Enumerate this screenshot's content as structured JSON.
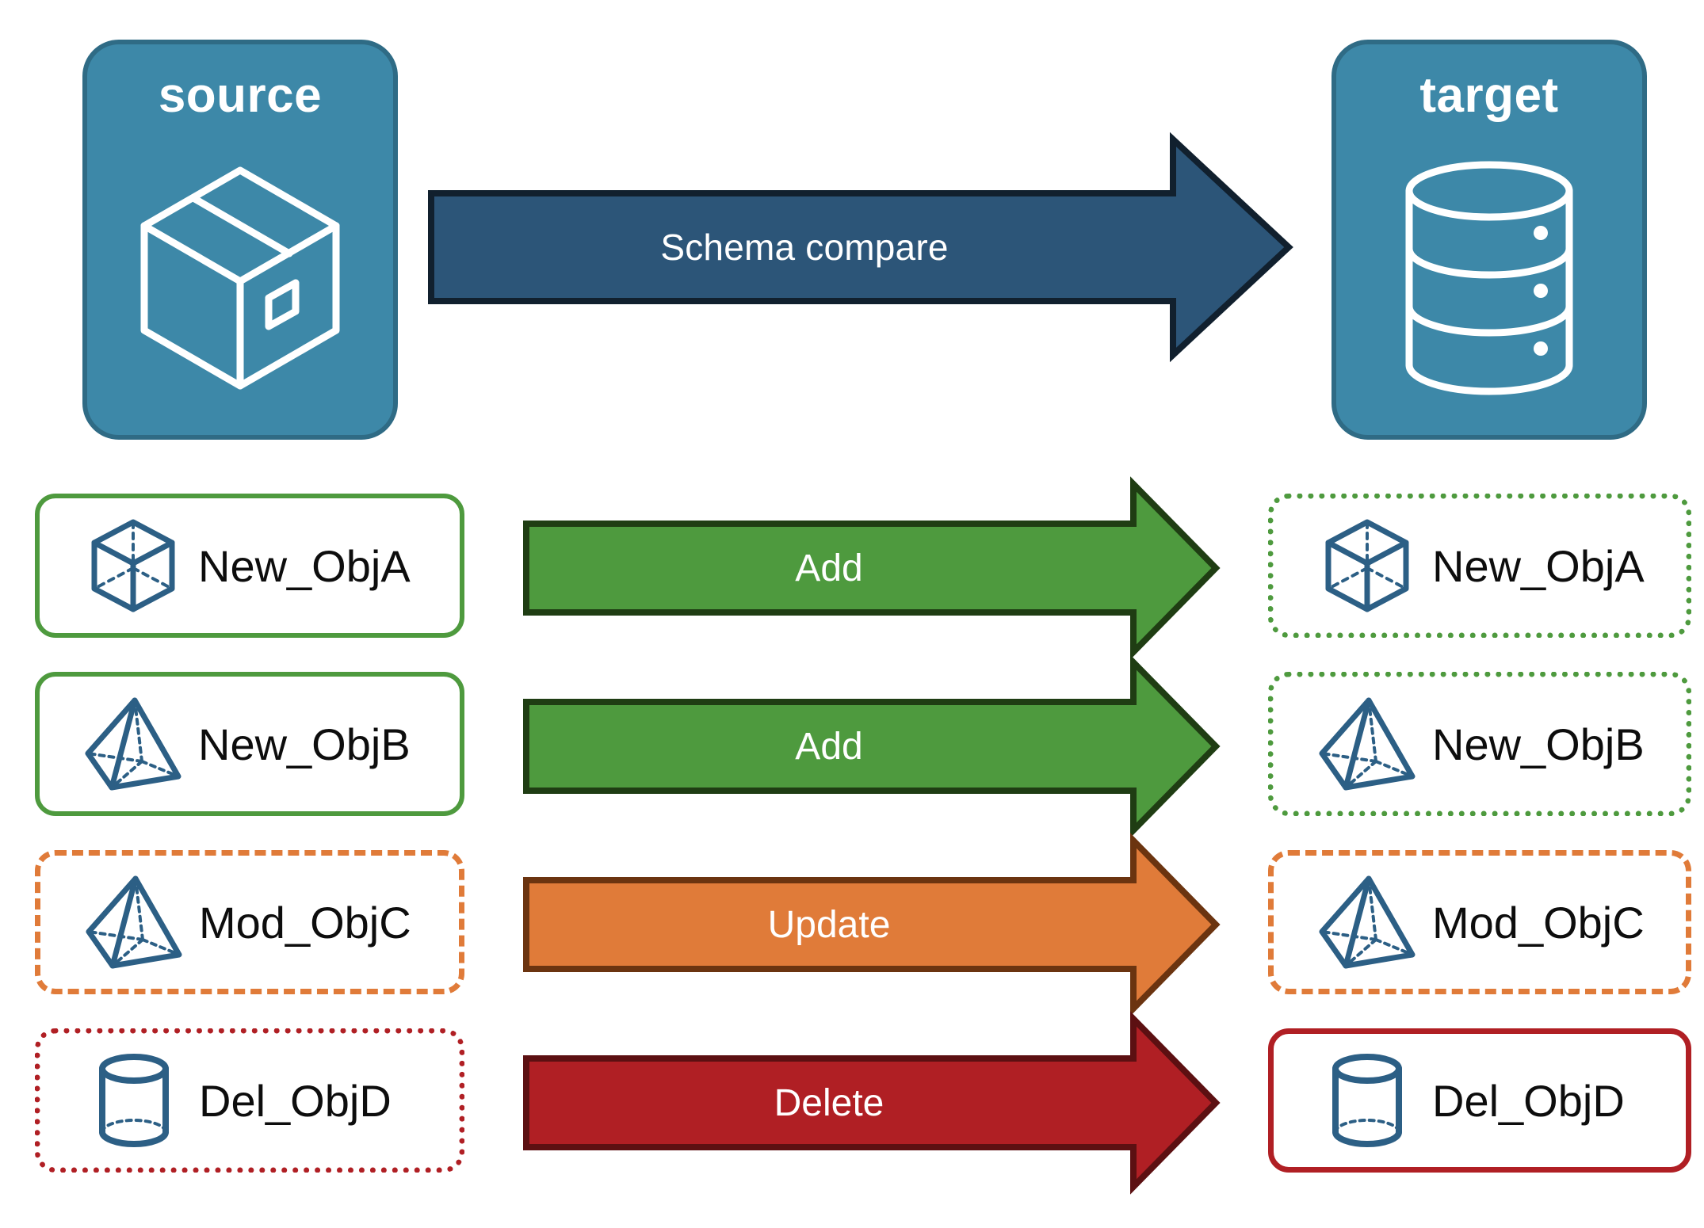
{
  "diagram": {
    "title_hidden": "",
    "colors": {
      "endpoint_fill": "#3d88a8",
      "endpoint_stroke": "#2f6b85",
      "icon_blue": "#2c5f85",
      "compare_arrow_fill": "#2c5578",
      "compare_arrow_stroke": "#11202e",
      "add_fill": "#4e9a3e",
      "add_stroke": "#1f3d13",
      "update_fill": "#e07b39",
      "update_stroke": "#6b3410",
      "delete_fill": "#b01f24",
      "delete_stroke": "#5c1012",
      "text_dark": "#0d0d0d",
      "text_light": "#ffffff"
    }
  },
  "endpoints": {
    "source": {
      "label": "source",
      "icon": "package-box-icon"
    },
    "target": {
      "label": "target",
      "icon": "database-cylinder-icon"
    }
  },
  "compare_arrow": {
    "label": "Schema compare",
    "direction": "right"
  },
  "rows": [
    {
      "action": "Add",
      "action_color": "#4e9a3e",
      "action_stroke": "#1f3d13",
      "source": {
        "label": "New_ObjA",
        "icon": "wireframe-cube-icon",
        "border_style": "solid",
        "border_color": "#4e9a3e"
      },
      "target": {
        "label": "New_ObjA",
        "icon": "wireframe-cube-icon",
        "border_style": "dotted",
        "border_color": "#4e9a3e"
      }
    },
    {
      "action": "Add",
      "action_color": "#4e9a3e",
      "action_stroke": "#1f3d13",
      "source": {
        "label": "New_ObjB",
        "icon": "wireframe-pyramid-icon",
        "border_style": "solid",
        "border_color": "#4e9a3e"
      },
      "target": {
        "label": "New_ObjB",
        "icon": "wireframe-pyramid-icon",
        "border_style": "dotted",
        "border_color": "#4e9a3e"
      }
    },
    {
      "action": "Update",
      "action_color": "#e07b39",
      "action_stroke": "#6b3410",
      "source": {
        "label": "Mod_ObjC",
        "icon": "wireframe-pyramid-icon",
        "border_style": "dashed",
        "border_color": "#e07b39"
      },
      "target": {
        "label": "Mod_ObjC",
        "icon": "wireframe-pyramid-icon",
        "border_style": "dashed",
        "border_color": "#e07b39"
      }
    },
    {
      "action": "Delete",
      "action_color": "#b01f24",
      "action_stroke": "#5c1012",
      "source": {
        "label": "Del_ObjD",
        "icon": "wireframe-cylinder-icon",
        "border_style": "dotted",
        "border_color": "#b01f24"
      },
      "target": {
        "label": "Del_ObjD",
        "icon": "wireframe-cylinder-icon",
        "border_style": "solid",
        "border_color": "#b01f24"
      }
    }
  ]
}
